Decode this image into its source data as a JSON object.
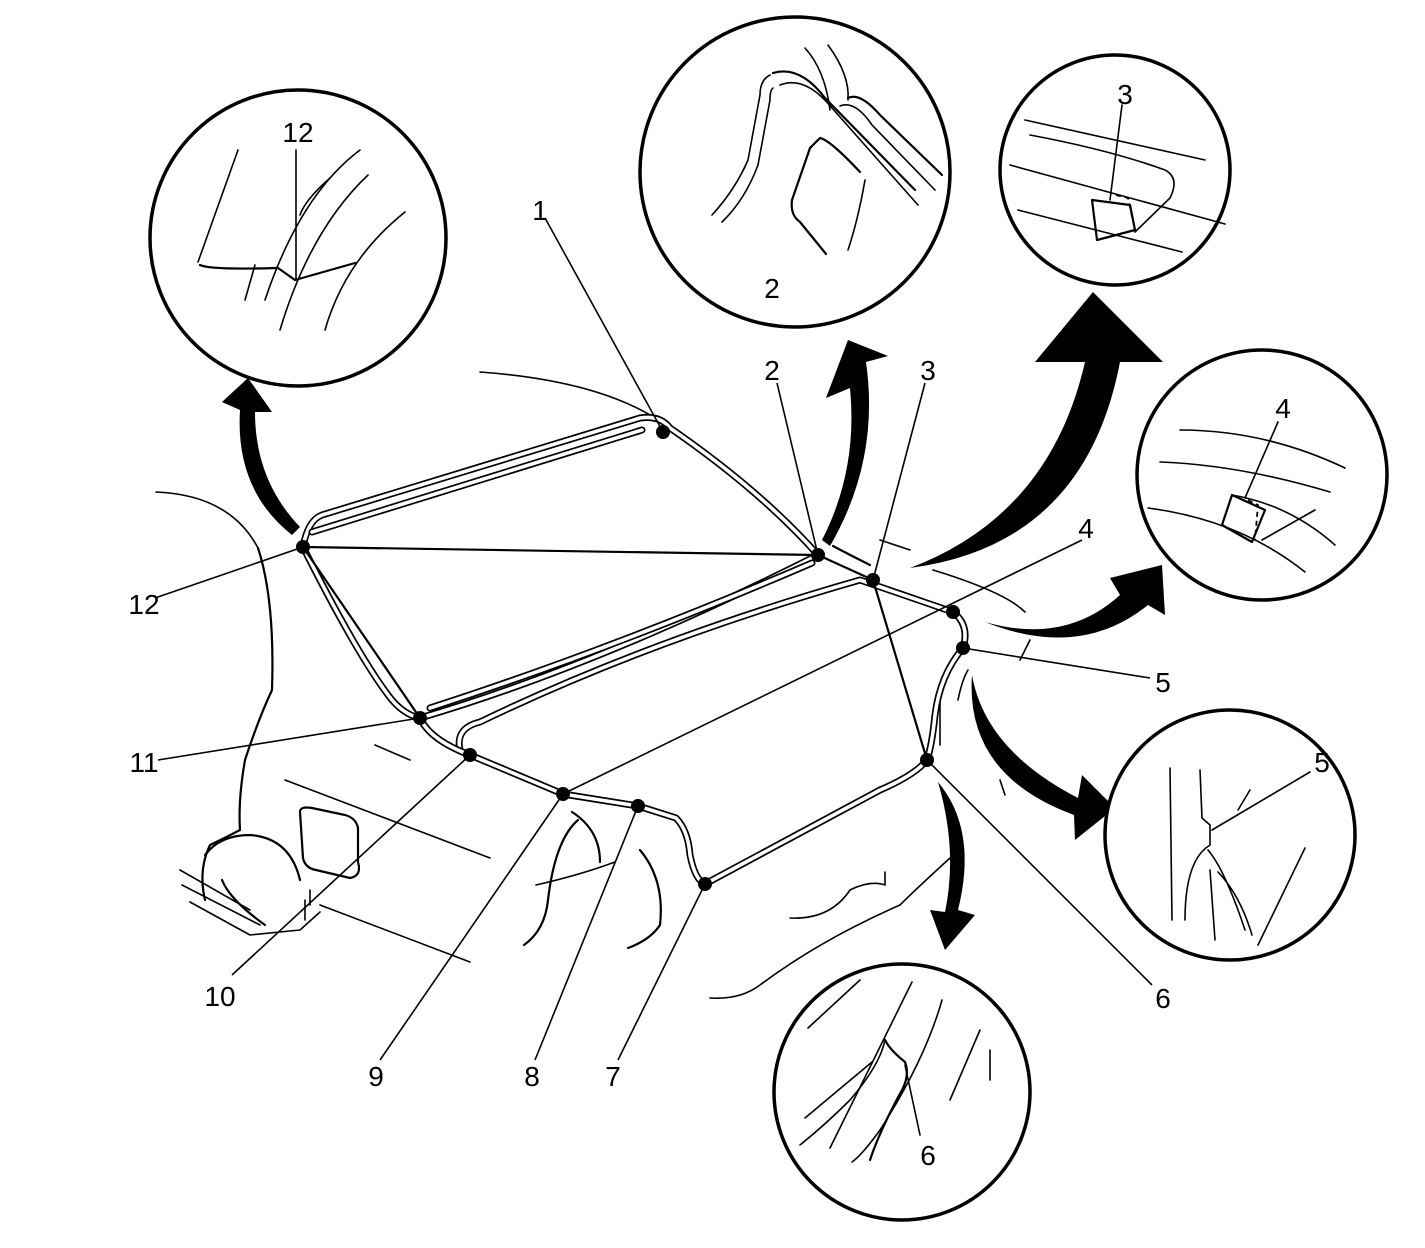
{
  "callouts": [
    {
      "id": "1",
      "text": "1"
    },
    {
      "id": "2",
      "text": "2"
    },
    {
      "id": "3",
      "text": "3"
    },
    {
      "id": "4",
      "text": "4"
    },
    {
      "id": "5",
      "text": "5"
    },
    {
      "id": "6",
      "text": "6"
    },
    {
      "id": "7",
      "text": "7"
    },
    {
      "id": "8",
      "text": "8"
    },
    {
      "id": "9",
      "text": "9"
    },
    {
      "id": "10",
      "text": "10"
    },
    {
      "id": "11",
      "text": "11"
    },
    {
      "id": "12",
      "text": "12"
    }
  ],
  "detail_views": [
    {
      "id": "detail-12",
      "text": "12"
    },
    {
      "id": "detail-2",
      "text": "2"
    },
    {
      "id": "detail-3",
      "text": "3"
    },
    {
      "id": "detail-4",
      "text": "4"
    },
    {
      "id": "detail-5",
      "text": "5"
    },
    {
      "id": "detail-6",
      "text": "6"
    }
  ]
}
